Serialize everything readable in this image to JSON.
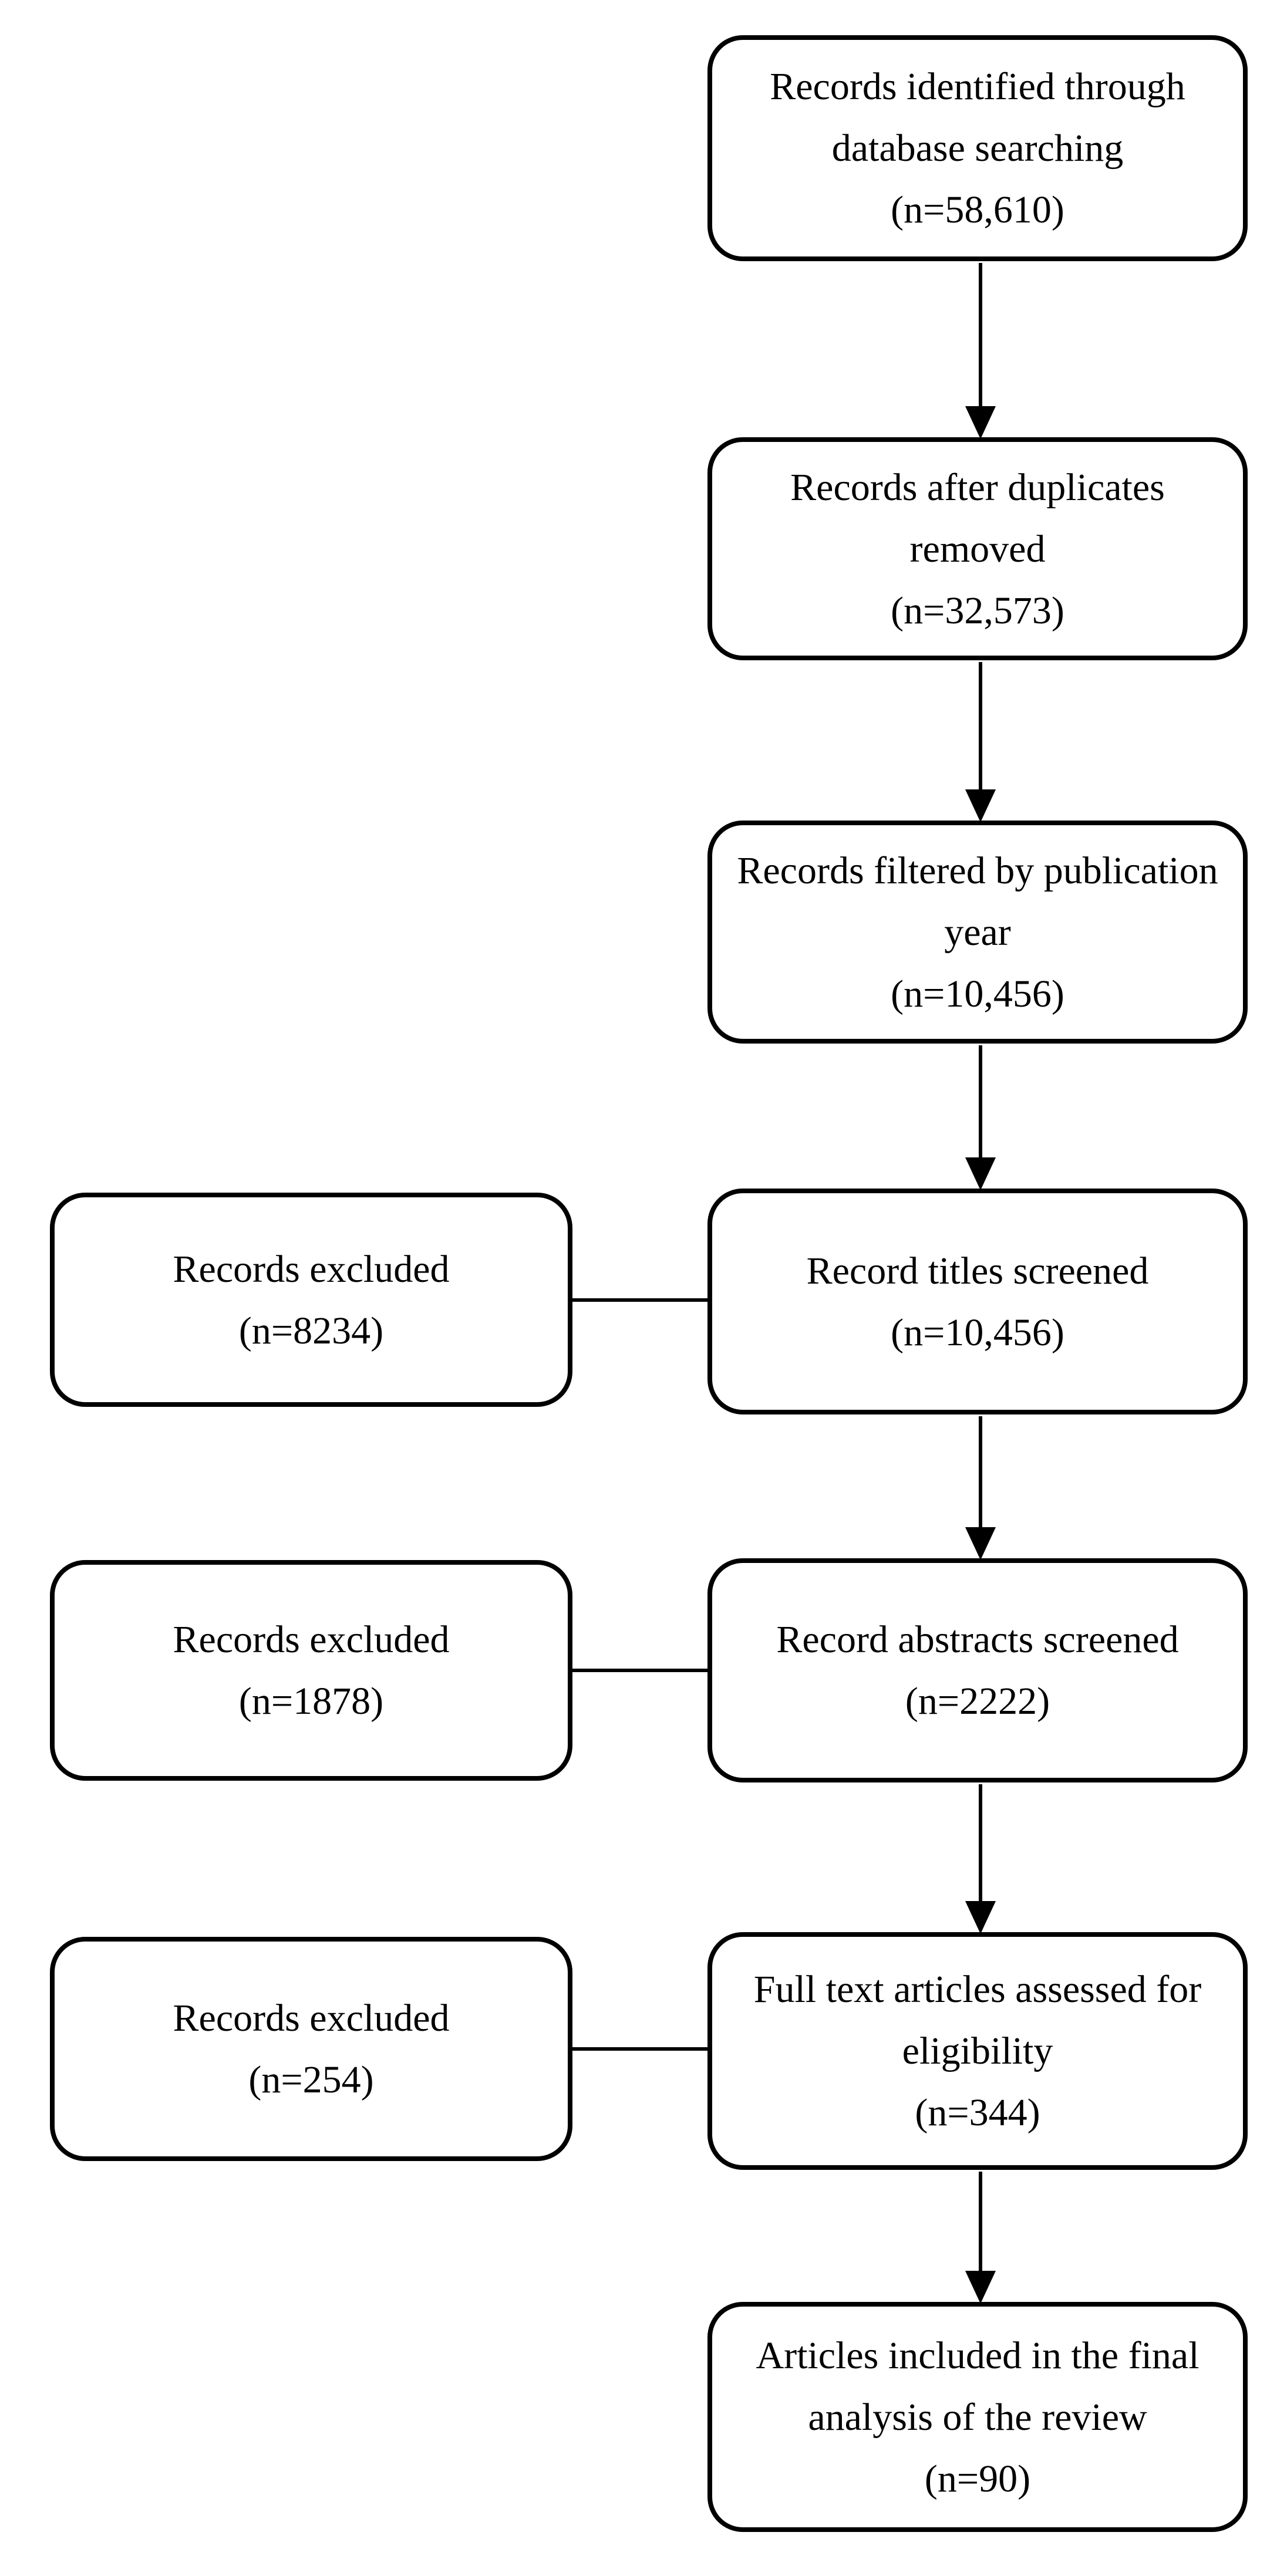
{
  "diagram": {
    "background": "#ffffff",
    "box_fill": "#ffffff",
    "box_border_color": "#000000",
    "text_color": "#000000",
    "connector_color": "#000000"
  },
  "nodes": {
    "identified": {
      "lines": [
        "Records identified through",
        "database searching",
        "(n=58,610)"
      ]
    },
    "deduplicated": {
      "lines": [
        "Records after duplicates",
        "removed",
        "(n=32,573)"
      ]
    },
    "filtered": {
      "lines": [
        "Records filtered by publication",
        "year",
        "(n=10,456)"
      ]
    },
    "titles": {
      "lines": [
        "Record titles screened",
        "(n=10,456)"
      ]
    },
    "excluded_titles": {
      "lines": [
        "Records excluded",
        "(n=8234)"
      ]
    },
    "abstracts": {
      "lines": [
        "Record abstracts screened",
        "(n=2222)"
      ]
    },
    "excluded_abstracts": {
      "lines": [
        "Records excluded",
        "(n=1878)"
      ]
    },
    "fulltext": {
      "lines": [
        "Full text articles assessed for",
        "eligibility",
        "(n=344)"
      ]
    },
    "excluded_fulltext": {
      "lines": [
        "Records excluded",
        "(n=254)"
      ]
    },
    "included": {
      "lines": [
        "Articles included in the final",
        "analysis of the review",
        "(n=90)"
      ]
    }
  },
  "edges": [
    {
      "from": "identified",
      "to": "deduplicated",
      "type": "arrow-down"
    },
    {
      "from": "deduplicated",
      "to": "filtered",
      "type": "arrow-down"
    },
    {
      "from": "filtered",
      "to": "titles",
      "type": "arrow-down"
    },
    {
      "from": "titles",
      "to": "abstracts",
      "type": "arrow-down"
    },
    {
      "from": "abstracts",
      "to": "fulltext",
      "type": "arrow-down"
    },
    {
      "from": "fulltext",
      "to": "included",
      "type": "arrow-down"
    },
    {
      "from": "titles",
      "to": "excluded_titles",
      "type": "line-left"
    },
    {
      "from": "abstracts",
      "to": "excluded_abstracts",
      "type": "line-left"
    },
    {
      "from": "fulltext",
      "to": "excluded_fulltext",
      "type": "line-left"
    }
  ]
}
